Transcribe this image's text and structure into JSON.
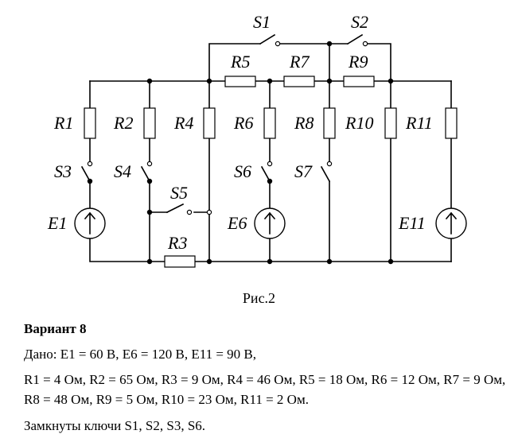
{
  "figure": {
    "caption": "Рис.2",
    "labels": {
      "S1": "S1",
      "S2": "S2",
      "S3": "S3",
      "S4": "S4",
      "S5": "S5",
      "S6": "S6",
      "S7": "S7",
      "R1": "R1",
      "R2": "R2",
      "R3": "R3",
      "R4": "R4",
      "R5": "R5",
      "R6": "R6",
      "R7": "R7",
      "R8": "R8",
      "R9": "R9",
      "R10": "R10",
      "R11": "R11",
      "E1": "E1",
      "E6": "E6",
      "E11": "E11"
    },
    "switch_states": {
      "S1": "open",
      "S2": "open",
      "S3": "open",
      "S4": "open",
      "S5": "open",
      "S6": "open",
      "S7": "open"
    }
  },
  "problem": {
    "variant": "Вариант 8",
    "given": "Дано: E1 = 60 В, E6 = 120 В, E11 = 90 В,",
    "resistors": "R1 = 4 Ом, R2 = 65 Ом, R3 = 9 Ом, R4 = 46 Ом, R5 = 18 Ом, R6 = 12 Ом, R7 = 9 Ом, R8 = 48 Ом, R9 = 5 Ом, R10 = 23 Ом, R11 = 2 Ом.",
    "closed_switches": "Замкнуты ключи S1, S2, S3, S6."
  }
}
